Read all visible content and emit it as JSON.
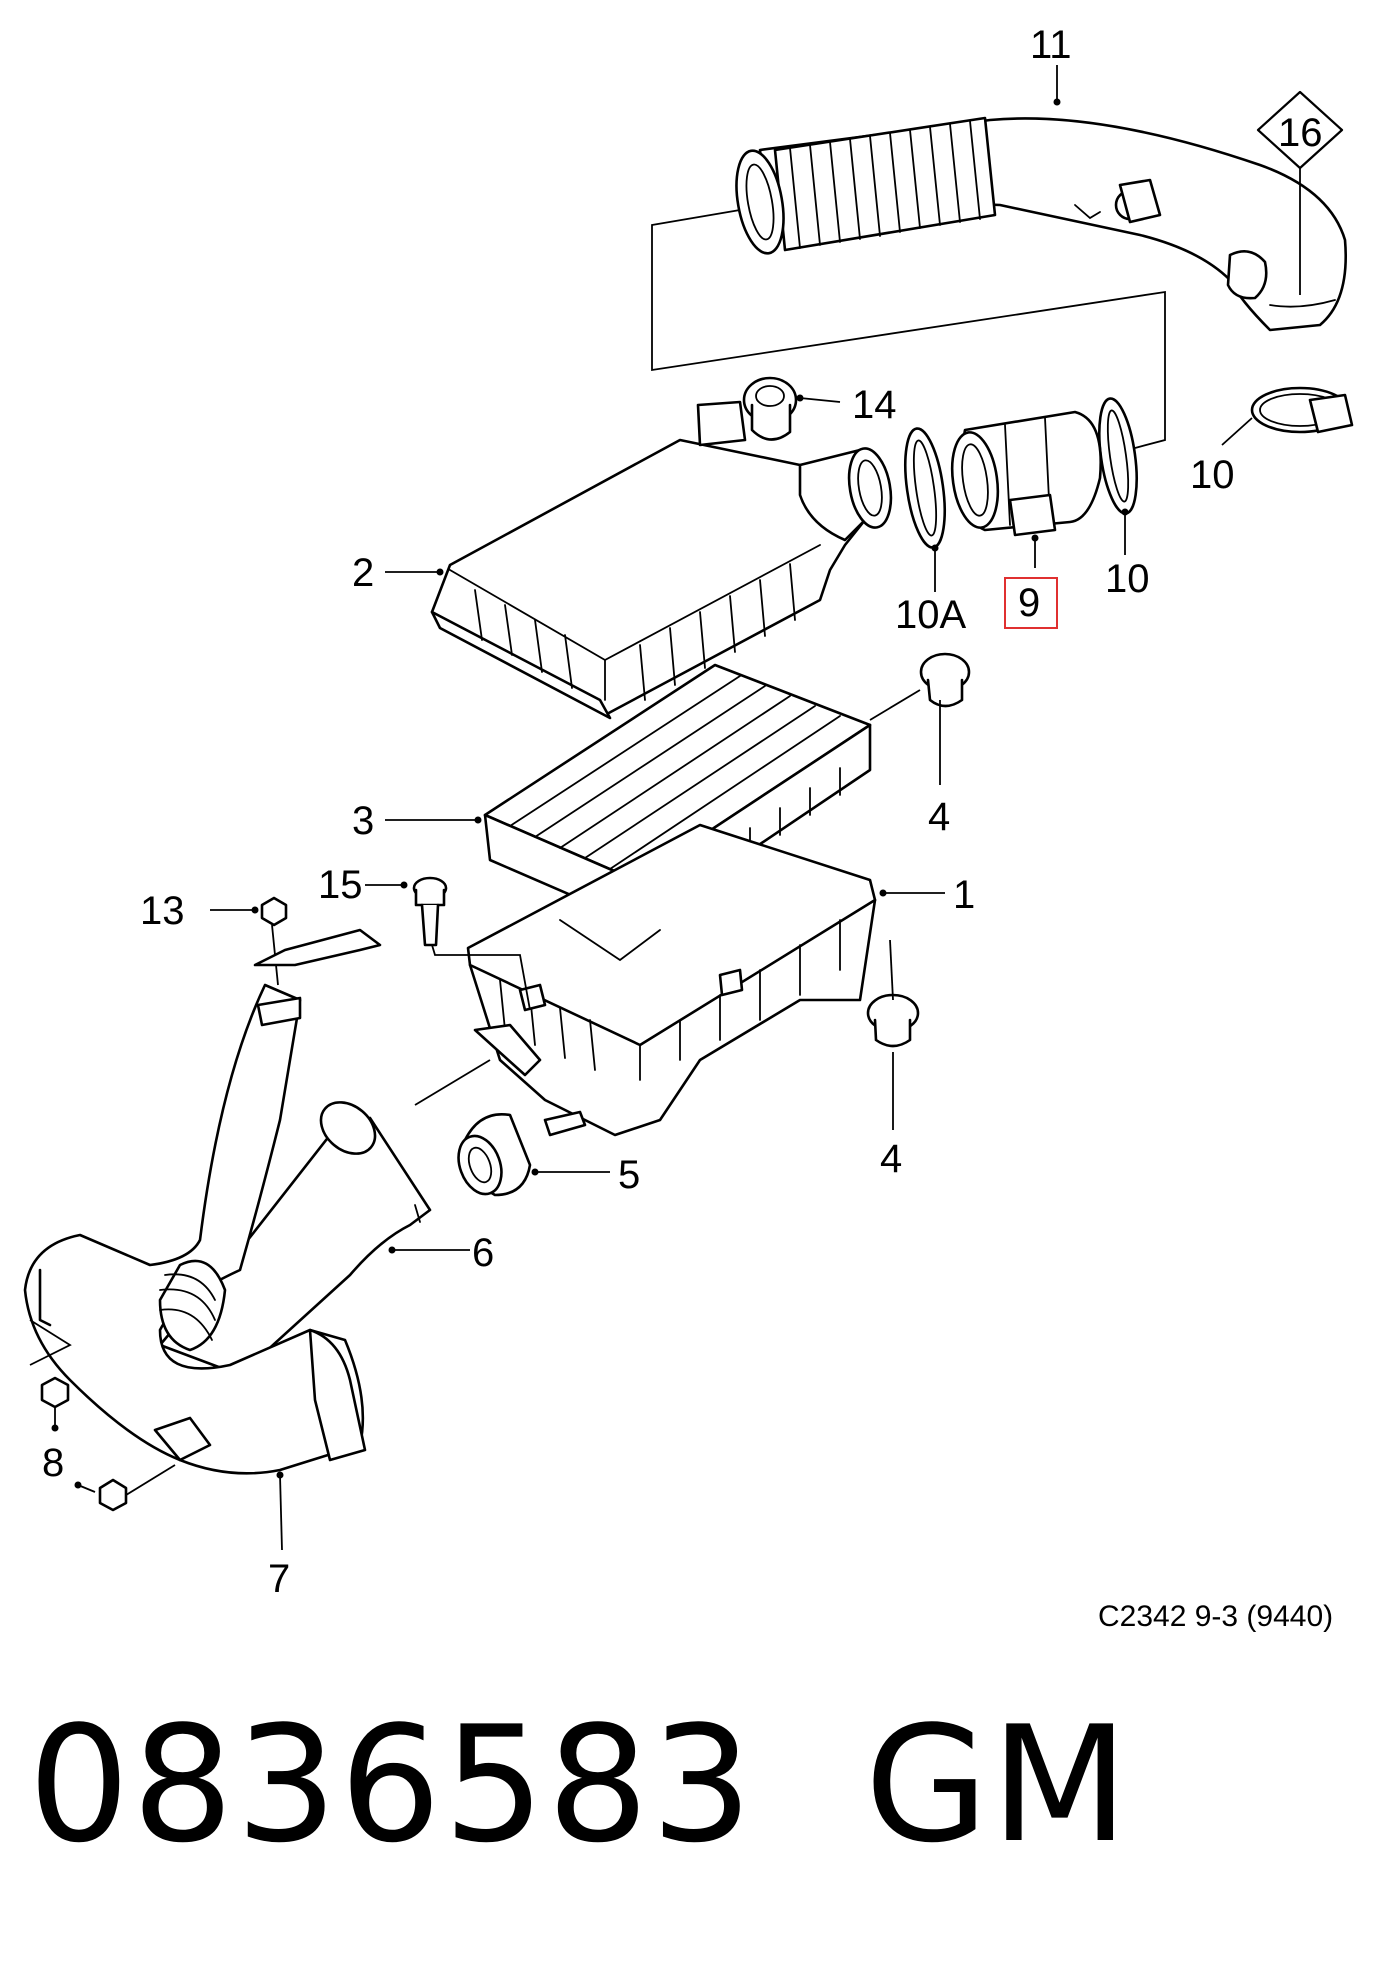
{
  "callouts": {
    "c1": "1",
    "c2": "2",
    "c3": "3",
    "c4a": "4",
    "c4b": "4",
    "c5": "5",
    "c6": "6",
    "c7": "7",
    "c8": "8",
    "c9": "9",
    "c10a": "10",
    "c10b": "10",
    "c10A": "10A",
    "c11": "11",
    "c13": "13",
    "c14": "14",
    "c15": "15",
    "c16": "16"
  },
  "highlight": {
    "callout": "9",
    "color": "#e03030"
  },
  "drawing_code": "C2342 9-3 (9440)",
  "part_number": "0836583",
  "brand": "GM"
}
